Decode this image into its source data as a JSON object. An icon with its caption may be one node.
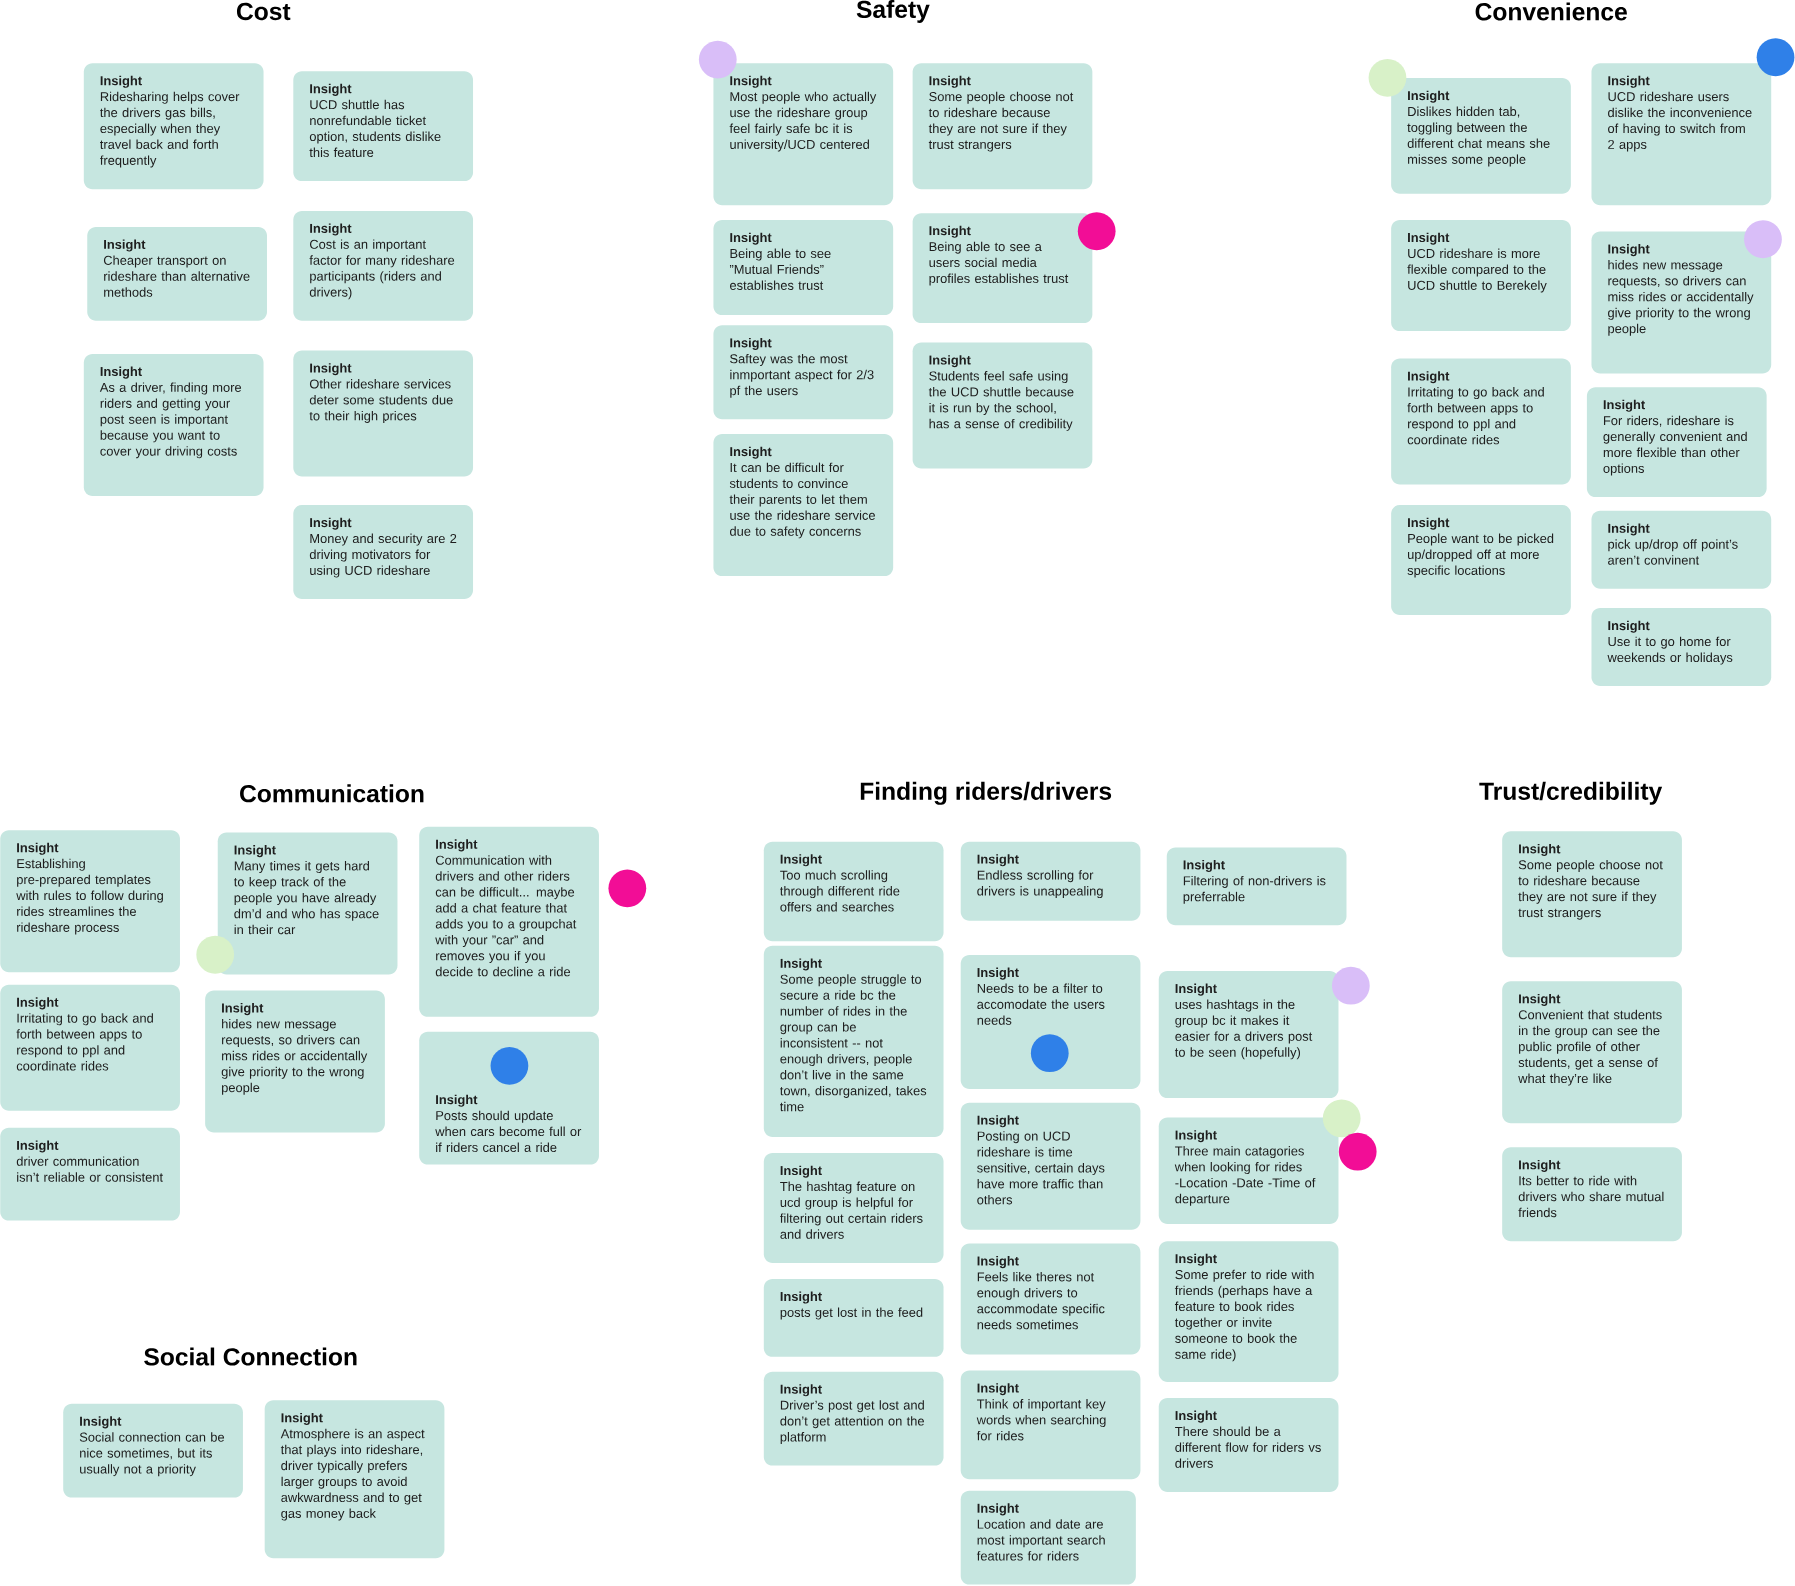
{
  "diagram": {
    "nodes": [
      {
        "text": [
          "Insight",
          "Ridesharing helps cover the drivers gas bills, especially when they travel back and forth frequently"
        ]
      },
      {
        "text": [
          "Insight",
          "UCD shuttle has nonrefundable ticket option, students dislike this feature"
        ]
      },
      {
        "text": [
          "Insight",
          "Cheaper transport on rideshare than alternative methods"
        ]
      },
      {
        "text": [
          "Insight",
          "Cost is an important factor for many rideshare participants (riders and drivers)"
        ]
      },
      {
        "text": [
          "Insight",
          "As a driver, finding more riders and getting your post seen is important because you want to cover your driving costs"
        ]
      },
      {
        "text": [
          "Insight",
          "Other rideshare services deter some students due to their high prices"
        ]
      },
      {
        "text": [
          "Insight",
          "Money and security are 2 driving motivators for using UCD rideshare"
        ]
      },
      {
        "text": [
          "Insight",
          "Most people who actually use the rideshare group feel fairly safe bc it is university/UCD centered"
        ]
      },
      {
        "text": [
          "Insight",
          "Some people choose not to rideshare because they are not sure if they trust strangers"
        ]
      },
      {
        "text": [
          "Insight",
          "Being able to see ”Mutual Friends” establishes trust"
        ]
      },
      {
        "text": [
          "Insight",
          "Being able to see a users social media profiles establishes trust"
        ]
      },
      {
        "text": [
          "Insight",
          "Saftey was the most inmportant aspect for 2/3 pf the users"
        ]
      },
      {
        "text": [
          "Insight",
          "Students feel safe using the UCD shuttle because it is run by the school, has a sense of credibility"
        ]
      },
      {
        "text": [
          "Insight",
          "It can be difficult for students to convince their parents to let them use the rideshare service due to safety concerns"
        ]
      },
      {
        "text": [
          "Insight",
          "Dislikes hidden tab, toggling between the different chat means she misses some people"
        ]
      },
      {
        "text": [
          "Insight",
          "UCD rideshare users dislike the inconvenience of having to switch from 2 apps"
        ]
      },
      {
        "text": [
          "Insight",
          "UCD rideshare is more flexible compared to the UCD shuttle to Berekely"
        ]
      },
      {
        "text": [
          "Insight",
          "hides new message requests, so drivers can miss rides or accidentally give priority to the wrong people"
        ]
      },
      {
        "text": [
          "Insight",
          "Irritating to go back and forth between apps to respond to ppl and coordinate rides"
        ]
      },
      {
        "text": [
          "Insight",
          "For riders, rideshare is generally convenient and more flexible than other options"
        ]
      },
      {
        "text": [
          "Insight",
          "People want to be picked up/dropped off at more specific locations"
        ]
      },
      {
        "text": [
          "Insight",
          "pick up/drop off point’s aren’t convinent"
        ]
      },
      {
        "text": [
          "Insight",
          "Use it to go home for weekends or holidays"
        ]
      },
      {
        "text": [
          "Insight",
          "Establishing pre-prepared templates with rules to follow during rides streamlines the rideshare process"
        ]
      },
      {
        "text": [
          "Insight",
          "Many times it gets hard to keep track of the people you have already dm’d and who has space in their car"
        ]
      },
      {
        "text": [
          "Insight",
          "Communication with drivers and other riders can be difficult... maybe add a chat feature that adds you to a groupchat with your ”car” and removes you if you decide to decline a ride"
        ]
      },
      {
        "text": [
          "Insight",
          "Irritating to go back and forth between apps to respond to ppl and coordinate rides"
        ]
      },
      {
        "text": [
          "Insight",
          "hides new message requests, so drivers can miss rides or accidentally give priority to the wrong people"
        ]
      },
      {
        "text": [
          "Insight",
          "Posts should update when cars become full or if riders cancel a ride"
        ]
      },
      {
        "text": [
          "Insight",
          "driver communication isn’t reliable or consistent"
        ]
      },
      {
        "text": [
          "Insight",
          "Social connection can be nice sometimes, but its usually not a priority"
        ]
      },
      {
        "text": [
          "Insight",
          "Atmosphere is an aspect that plays into rideshare, driver typically prefers larger groups to avoid awkwardness and to get gas money back"
        ]
      },
      {
        "text": [
          "Insight",
          "Too much scrolling through different ride offers and searches"
        ]
      },
      {
        "text": [
          "Insight",
          "Endless scrolling for drivers is unappealing"
        ]
      },
      {
        "text": [
          "Insight",
          "Filtering of non-drivers is preferrable"
        ]
      },
      {
        "text": [
          "Insight",
          "Some people struggle to secure a ride bc the number of rides in the group can be inconsistent -- not enough drivers, people don’t live in the same town, disorganized, takes time"
        ]
      },
      {
        "text": [
          "Insight",
          "Needs to be a filter to accomodate the users needs"
        ]
      },
      {
        "text": [
          "Insight",
          "uses hashtags in the group bc it makes it easier for a drivers post to be seen (hopefully)"
        ]
      },
      {
        "text": [
          "Insight",
          "The hashtag feature on ucd group is helpful for filtering out certain riders and drivers"
        ]
      },
      {
        "text": [
          "Insight",
          "Posting on UCD rideshare is time sensitive, certain days have more traffic than others"
        ]
      },
      {
        "text": [
          "Insight",
          "Three main catagories when looking for rides -Location -Date -Time of departure"
        ]
      },
      {
        "text": [
          "Insight",
          "posts get lost in the feed"
        ]
      },
      {
        "text": [
          "Insight",
          "Feels like theres not enough drivers to accommodate specific needs sometimes"
        ]
      },
      {
        "text": [
          "Insight",
          "Some prefer to ride with friends (perhaps have a feature to book rides together or invite someone to book the same ride)"
        ]
      },
      {
        "text": [
          "Insight",
          "Driver’s post get lost and don’t get attention on the platform"
        ]
      },
      {
        "text": [
          "Insight",
          "Think of important key words when searching for rides"
        ]
      },
      {
        "text": [
          "Insight",
          "There should be a different flow for riders vs drivers"
        ]
      },
      {
        "text": [
          "Insight",
          "Location and date are most important search features for riders"
        ]
      },
      {
        "text": [
          "Insight",
          "Some people choose not to rideshare because they are not sure if they trust strangers"
        ]
      },
      {
        "text": [
          "Insight",
          "Convenient that students in the group can see the public profile of other students, get a sense of what they’re like"
        ]
      },
      {
        "text": [
          "Insight",
          "Its better to ride with drivers who share mutual friends"
        ]
      }
    ],
    "edges": [],
    "labels": [
      "Cost",
      "Safety",
      "Convenience",
      "Communication",
      "Finding riders/drivers",
      "Trust/credibility",
      "Social Connection"
    ]
  }
}
